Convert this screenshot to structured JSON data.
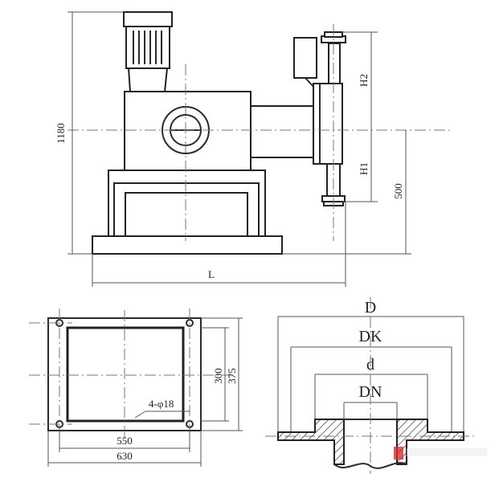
{
  "elevation": {
    "dim_height_total": "1180",
    "dim_height_base": "500",
    "dim_length": "L",
    "label_h1": "H1",
    "label_h2": "H2"
  },
  "plan_view": {
    "dim_inner_width": "550",
    "dim_outer_width": "630",
    "dim_inner_depth": "300",
    "dim_outer_depth": "375",
    "holes_note": "4-φ18"
  },
  "flange_section": {
    "label_D": "D",
    "label_DK": "DK",
    "label_d": "d",
    "label_DN": "DN"
  },
  "watermark": {
    "accent_color": "#d9302a"
  }
}
